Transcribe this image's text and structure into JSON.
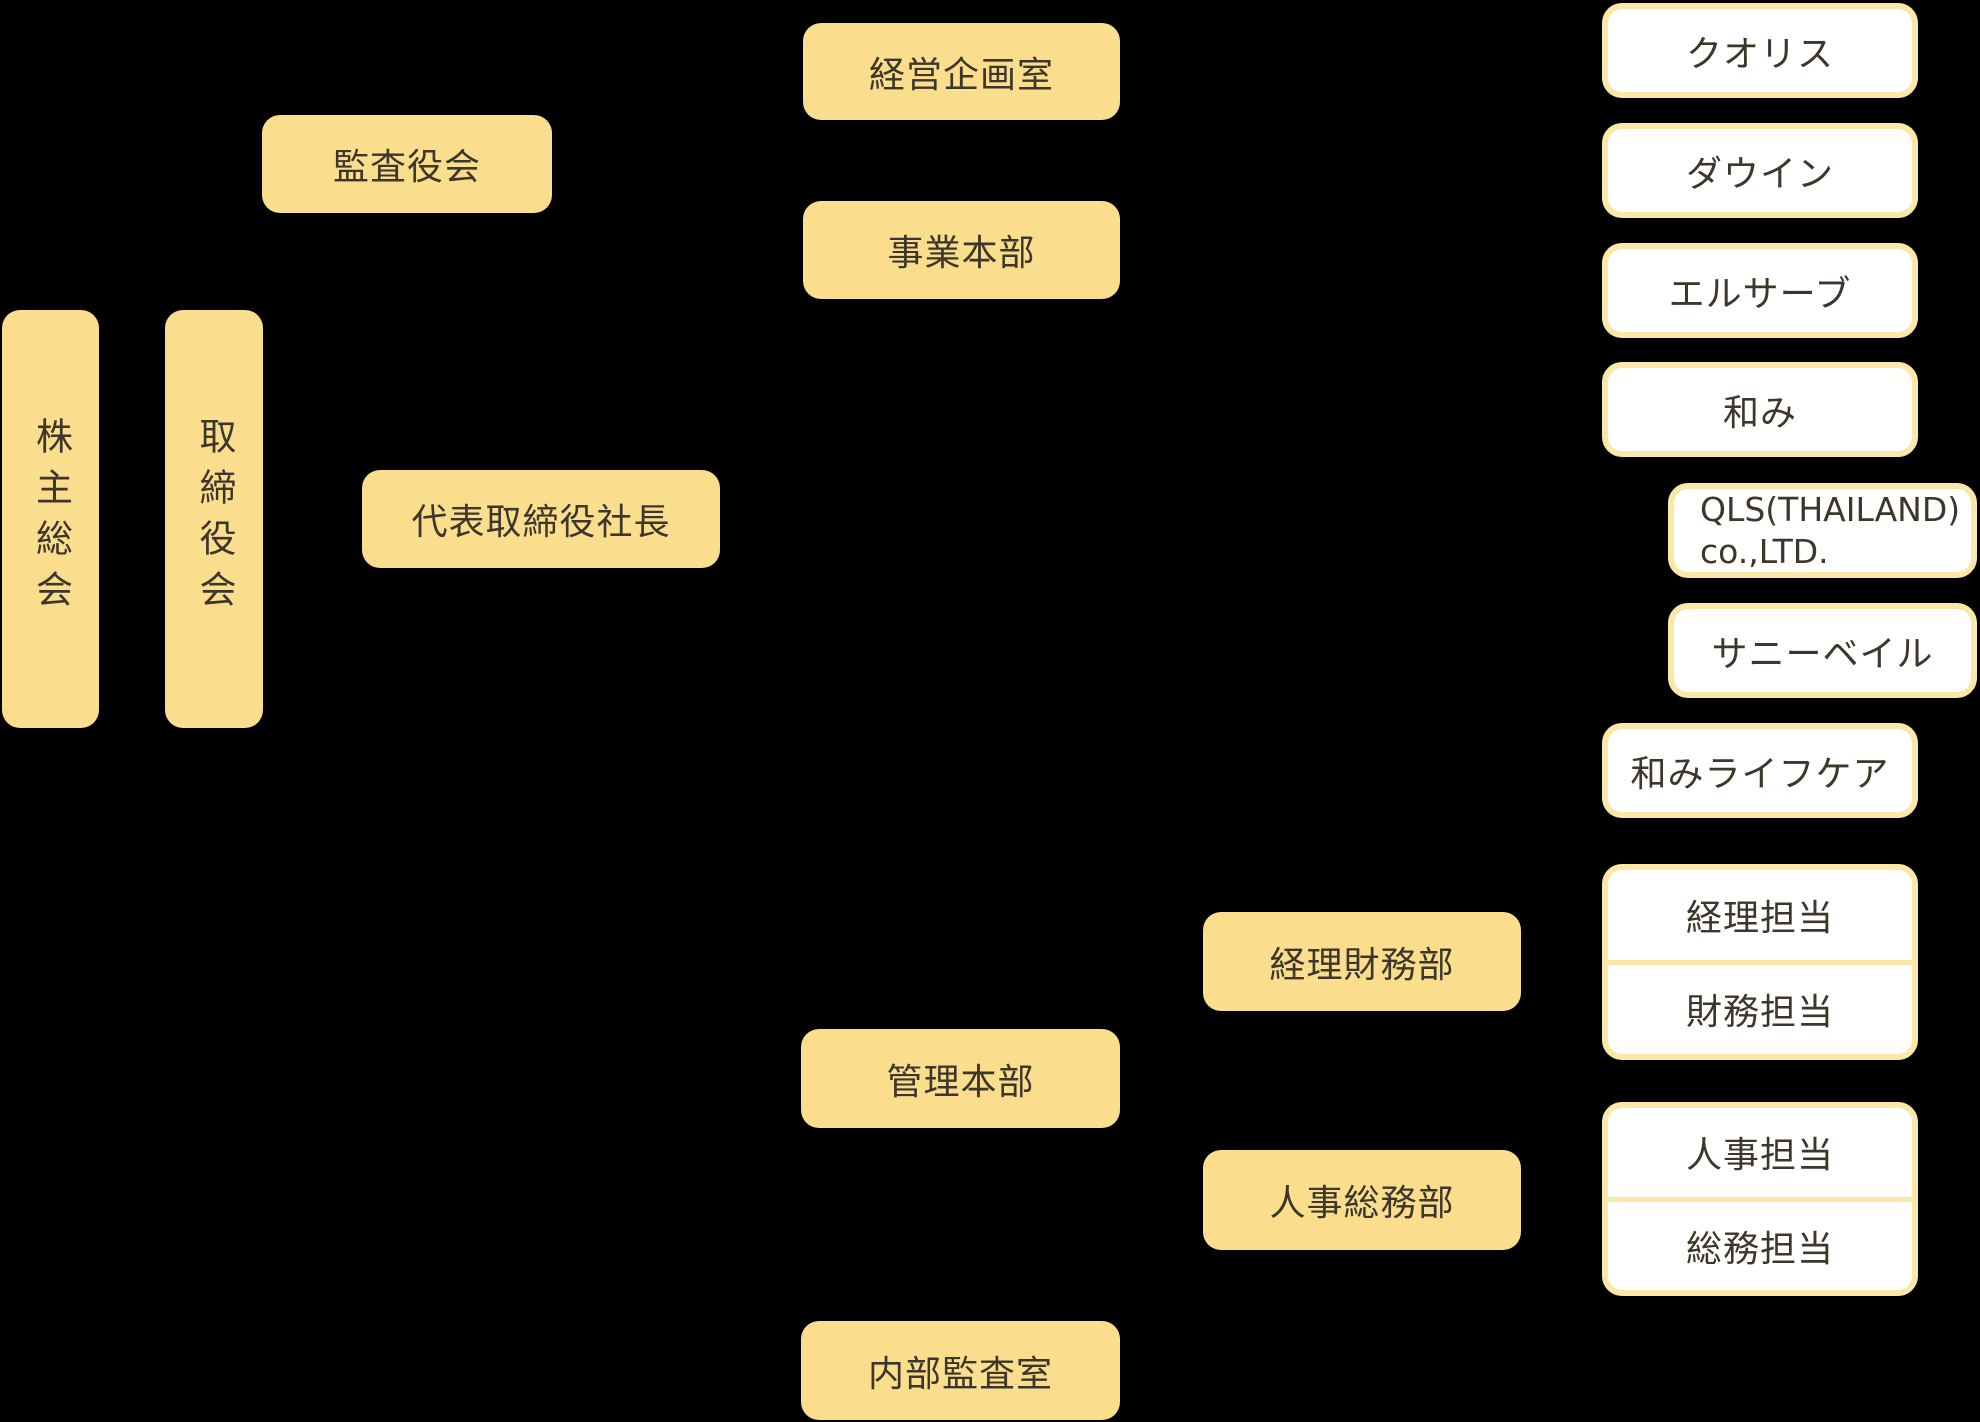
{
  "org": {
    "background_color": "#000000",
    "box_fill_color": "#FADE8D",
    "white_box_border_color": "#FBE8A8",
    "text_color": "#3D362B",
    "nodes": {
      "shareholders_meeting": {
        "label": "株主総会"
      },
      "board_of_directors": {
        "label": "取締役会"
      },
      "audit_committee": {
        "label": "監査役会"
      },
      "president": {
        "label": "代表取締役社長"
      },
      "corporate_planning_office": {
        "label": "経営企画室"
      },
      "business_division": {
        "label": "事業本部"
      },
      "admin_division": {
        "label": "管理本部"
      },
      "internal_audit_office": {
        "label": "内部監査室"
      },
      "accounting_finance_dept": {
        "label": "経理財務部"
      },
      "hr_general_affairs_dept": {
        "label": "人事総務部"
      },
      "qualis": {
        "label": "クオリス"
      },
      "dauin": {
        "label": "ダウイン"
      },
      "elserve": {
        "label": "エルサーブ"
      },
      "nagomi": {
        "label": "和み"
      },
      "qls_thailand": {
        "label": "QLS(THAILAND)\nco.,LTD."
      },
      "sunnyvale": {
        "label": "サニーベイル"
      },
      "nagomi_lifecare": {
        "label": "和みライフケア"
      },
      "accounting_team": {
        "label": "経理担当"
      },
      "finance_team": {
        "label": "財務担当"
      },
      "hr_team": {
        "label": "人事担当"
      },
      "general_affairs_team": {
        "label": "総務担当"
      }
    }
  }
}
